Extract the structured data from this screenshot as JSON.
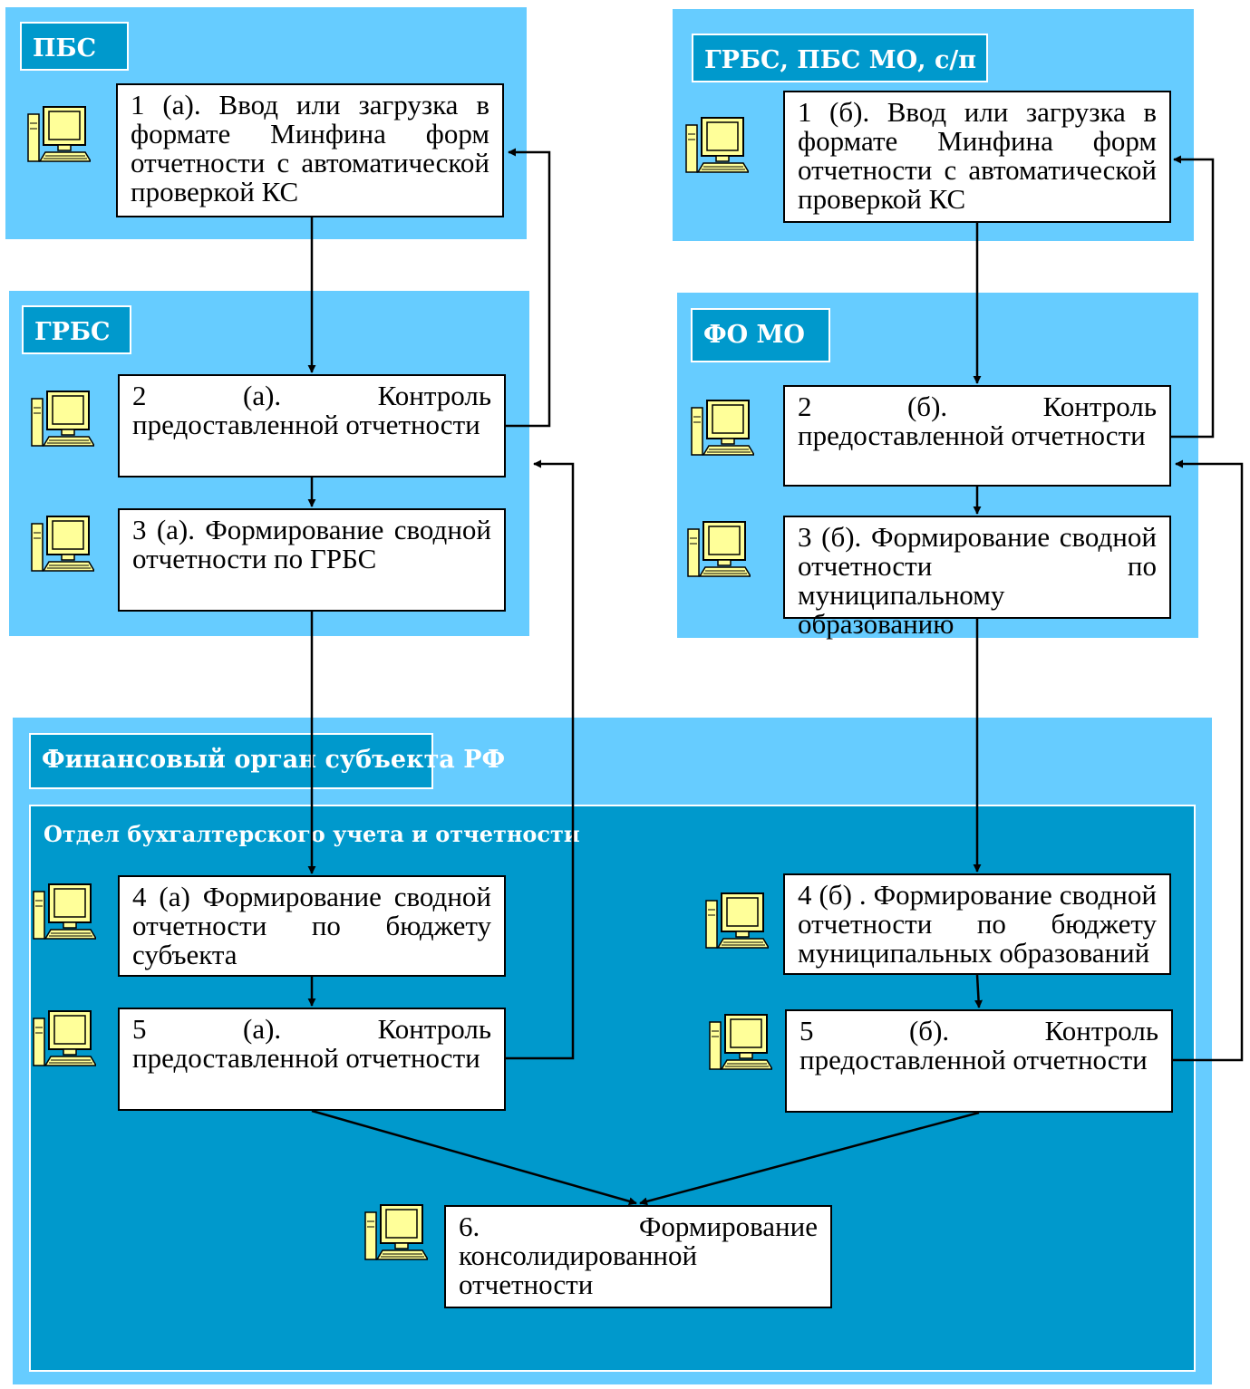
{
  "colors": {
    "panel": "#66ccff",
    "inner": "#0099cc",
    "box": "#ffffff",
    "line": "#000000",
    "monitor": "#ffff99"
  },
  "panels": {
    "pbs": {
      "title": "ПБС"
    },
    "grbs": {
      "title": "ГРБС"
    },
    "grbs_pbs_mo": {
      "title": "ГРБС, ПБС МО, с/п"
    },
    "fo_mo": {
      "title": "ФО МО"
    },
    "fin_organ": {
      "title": "Финансовый орган субъекта РФ"
    },
    "accounting_dept": {
      "title": "Отдел бухгалтерского учета и отчетности"
    }
  },
  "steps": {
    "s1a": "1 (а). Ввод или загрузка в формате Минфина форм отчетности с автоматической проверкой КС",
    "s2a": "2 (а). Контроль предоставленной отчетности",
    "s3a": "3 (а). Формирование сводной отчетности по ГРБС",
    "s1b": "1 (б). Ввод или загрузка в формате Минфина форм отчетности с автоматической проверкой КС",
    "s2b": "2 (б). Контроль предоставленной отчетности",
    "s3b": "3 (б). Формирование сводной отчетности по муниципальному образованию",
    "s4a": "4 (а) Формирование сводной отчетности по бюджету субъекта",
    "s5a": "5 (а). Контроль предоставленной отчетности",
    "s4b": "4 (б) . Формирование сводной отчетности по бюджету муниципальных образований",
    "s5b": "5 (б). Контроль предоставленной отчетности",
    "s6": "6. Формирование консолидированной отчетности"
  },
  "icons": {
    "workstation": "computer-icon"
  }
}
